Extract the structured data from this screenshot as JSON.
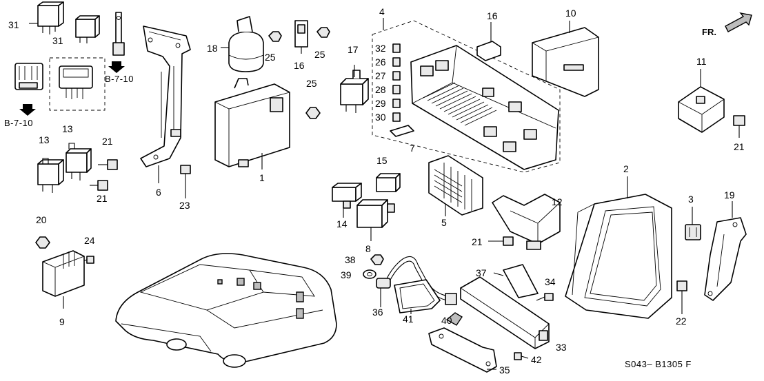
{
  "diagram": {
    "code": "S043– B1305 F",
    "direction_label": "FR.",
    "callouts": [
      "31",
      "31",
      "B-7-10",
      "B-7-10",
      "13",
      "13",
      "21",
      "21",
      "20",
      "24",
      "9",
      "6",
      "23",
      "18",
      "25",
      "16",
      "25",
      "1",
      "25",
      "17",
      "4",
      "32",
      "26",
      "27",
      "28",
      "29",
      "30",
      "7",
      "16",
      "10",
      "11",
      "21",
      "15",
      "14",
      "8",
      "5",
      "12",
      "21",
      "2",
      "3",
      "19",
      "38",
      "39",
      "36",
      "41",
      "40",
      "37",
      "34",
      "33",
      "42",
      "35",
      "22"
    ]
  }
}
